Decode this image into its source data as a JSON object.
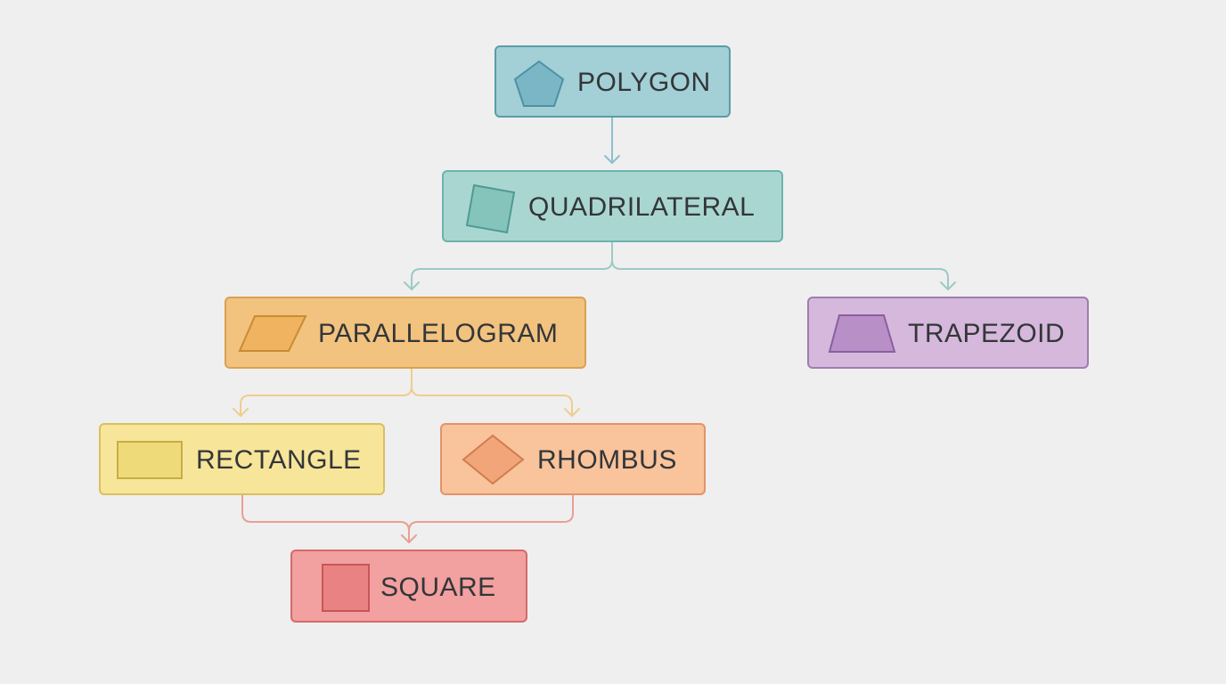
{
  "diagram": {
    "nodes": {
      "polygon": {
        "label": "POLYGON",
        "icon": "pentagon-icon",
        "fill": "#a3cfd6",
        "border": "#5a9ca8",
        "icon_fill": "#7ab6c6",
        "icon_stroke": "#4d92a3"
      },
      "quadrilateral": {
        "label": "QUADRILATERAL",
        "icon": "square-tilted-icon",
        "fill": "#aad6d2",
        "border": "#6bb3ad",
        "icon_fill": "#85c4bb",
        "icon_stroke": "#4f9a92"
      },
      "parallelogram": {
        "label": "PARALLELOGRAM",
        "icon": "parallelogram-icon",
        "fill": "#f2c27f",
        "border": "#d9a150",
        "icon_fill": "#f0b35f",
        "icon_stroke": "#c98b34"
      },
      "trapezoid": {
        "label": "TRAPEZOID",
        "icon": "trapezoid-icon",
        "fill": "#d5b8dc",
        "border": "#a07cb0",
        "icon_fill": "#b98fc8",
        "icon_stroke": "#8a5fa0"
      },
      "rectangle": {
        "label": "RECTANGLE",
        "icon": "rectangle-icon",
        "fill": "#f7e59a",
        "border": "#d9c060",
        "icon_fill": "#efda7a",
        "icon_stroke": "#c9ad43"
      },
      "rhombus": {
        "label": "RHOMBUS",
        "icon": "rhombus-icon",
        "fill": "#f9c39b",
        "border": "#e2936a",
        "icon_fill": "#f3a57a",
        "icon_stroke": "#d07d4e"
      },
      "square": {
        "label": "SQUARE",
        "icon": "square-icon",
        "fill": "#f2a0a0",
        "border": "#d56a6a",
        "icon_fill": "#e98383",
        "icon_stroke": "#c95656"
      }
    },
    "connector_colors": {
      "polygon_quadrilateral": "#8cc0cc",
      "quadrilateral_children": "#9ccac4",
      "parallelogram_children": "#efcd8f",
      "to_square": "#e6a191"
    }
  }
}
